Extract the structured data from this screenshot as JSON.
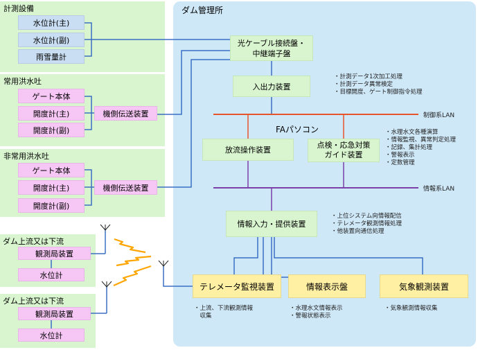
{
  "groups": {
    "keisoku": {
      "title": "計測設備",
      "items": [
        "水位計(主)",
        "水位計(副)",
        "雨雪量計"
      ]
    },
    "joyo": {
      "title": "常用洪水吐",
      "items": [
        "ゲート本体",
        "開度計(主)",
        "開度計(副)"
      ],
      "device": "機側伝送装置"
    },
    "hijoyo": {
      "title": "非常用洪水吐",
      "items": [
        "ゲート本体",
        "開度計(主)",
        "開度計(副)"
      ],
      "device": "機側伝送装置"
    },
    "upstream1": {
      "title": "ダム上流又は下流",
      "station": "観測局装置",
      "gauge": "水位計"
    },
    "upstream2": {
      "title": "ダム上流又は下流",
      "station": "観測局装置",
      "gauge": "水位計"
    }
  },
  "dam": {
    "title": "ダム管理所",
    "fiber": [
      "光ケーブル接続盤・",
      "中継端子盤"
    ],
    "io": "入出力装置",
    "io_notes": [
      "・計測データ1次加工処理",
      "・計測データ異常検定",
      "・目標開度、ゲート制御指令処理"
    ],
    "control_lan": "制御系LAN",
    "fa_pc": "FAパソコン",
    "discharge": "放流操作装置",
    "inspection": [
      "点検・応急対策",
      "ガイド装置"
    ],
    "fa_notes": [
      "・水理水文各種演算",
      "・情報監視、異常判定処理",
      "・記録、集計処理",
      "・警報表示",
      "・定数管理"
    ],
    "info_lan": "情報系LAN",
    "info_io": "情報入力・提供装置",
    "info_notes": [
      "・上位システム向情報配信",
      "・テレメータ観測情報処理",
      "・他装置向通信処理"
    ],
    "telemeter": "テレメータ監視装置",
    "telemeter_notes": [
      "・上流、下流観測情報",
      "　収集"
    ],
    "display": "情報表示盤",
    "display_notes": [
      "・水理水文情報表示",
      "・警報状態表示"
    ],
    "weather": "気象観測装置",
    "weather_notes": [
      "・気象観測情報収集"
    ]
  },
  "colors": {
    "green_bg": "#d9f5cf",
    "blue_bg": "#cfe8f8",
    "label_blue": "#c9def3",
    "pink": "#f6c7f4",
    "yellow": "#fff0a3",
    "line_blue": "#3a6fc4",
    "control_lan": "#e8542a",
    "info_lan": "#7a3fa8",
    "radio": "#ffa500"
  }
}
